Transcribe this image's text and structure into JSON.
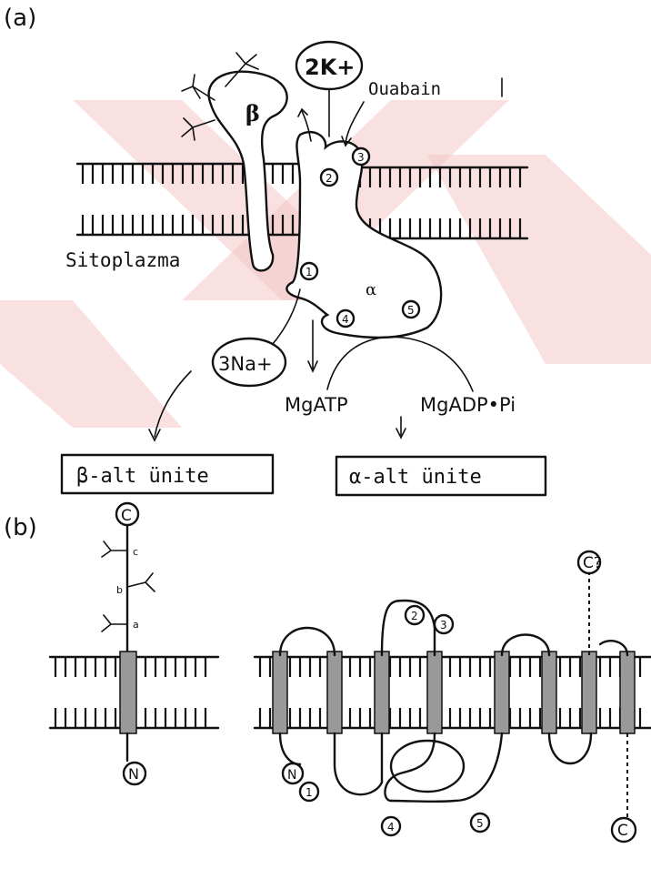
{
  "panel_a": {
    "label": "(a)",
    "potassium": "2K+",
    "ouabain": "Ouabain",
    "beta": "β",
    "alpha": "α",
    "cytoplasm": "Sitoplazma",
    "sodium": "3Na+",
    "mg_atp": "MgATP",
    "mg_adp": "MgADP•Pi",
    "markers": [
      "1",
      "2",
      "3",
      "4",
      "5"
    ],
    "box_beta": "β-alt ünite",
    "box_alpha": "α-alt ünite"
  },
  "panel_b": {
    "label": "(b)",
    "beta_c_terminal": "C",
    "beta_n_terminal": "N",
    "glyco_labels": [
      "c",
      "b",
      "a"
    ],
    "alpha_n_terminal": "N",
    "alpha_c_top": "C?",
    "alpha_c_bottom": "C",
    "markers": [
      "1",
      "2",
      "3",
      "4",
      "5"
    ]
  },
  "colors": {
    "ink": "#111111",
    "watermark": "#f4c8c8"
  }
}
